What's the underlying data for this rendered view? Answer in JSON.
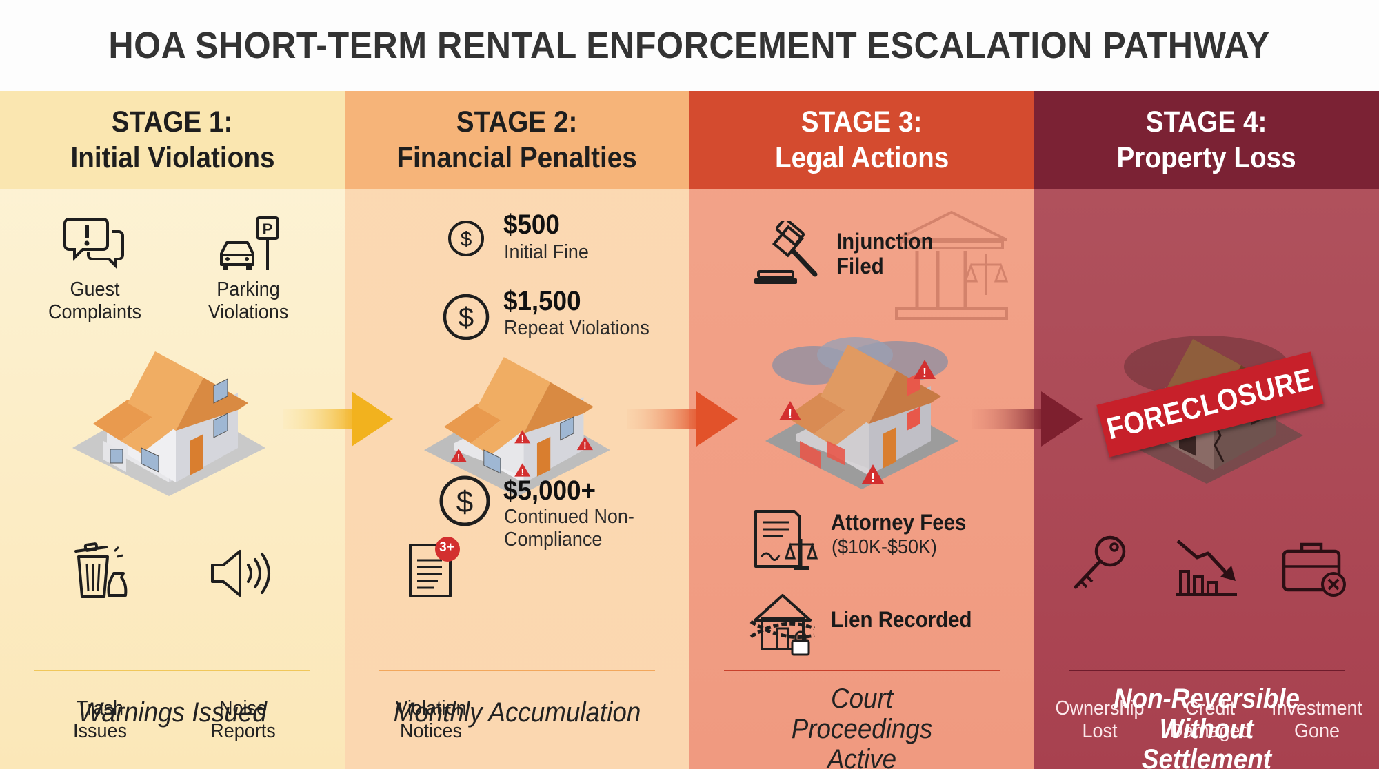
{
  "title": "HOA SHORT-TERM RENTAL ENFORCEMENT ESCALATION PATHWAY",
  "stages": [
    {
      "number": "STAGE 1:",
      "name": "Initial Violations",
      "items": [
        "Guest Complaints",
        "Parking Violations",
        "Trash Issues",
        "Noise Reports"
      ],
      "footer": "Warnings Issued"
    },
    {
      "number": "STAGE 2:",
      "name": "Financial Penalties",
      "fines": [
        {
          "amount": "$500",
          "label": "Initial Fine"
        },
        {
          "amount": "$1,500",
          "label": "Repeat Violations"
        },
        {
          "amount": "$5,000+",
          "label": "Continued Non-Compliance"
        }
      ],
      "notices_badge": "3+",
      "notices_label": "Violation Notices",
      "footer": "Monthly Accumulation"
    },
    {
      "number": "STAGE 3:",
      "name": "Legal Actions",
      "injunction": "Injunction Filed",
      "attorney_title": "Attorney Fees",
      "attorney_range": "($10K-$50K)",
      "lien": "Lien Recorded",
      "footer": "Court Proceedings Active"
    },
    {
      "number": "STAGE 4:",
      "name": "Property Loss",
      "banner": "FORECLOSURE",
      "items": [
        "Ownership Lost",
        "Credit Damaged",
        "Investment Gone"
      ],
      "footer": "Non-Reversible Without Settlement"
    }
  ],
  "colors": {
    "stage1": "#fae6b0",
    "stage2": "#f6b479",
    "stage3": "#d44b2f",
    "stage4": "#7b2234",
    "warning": "#d32f2f"
  }
}
